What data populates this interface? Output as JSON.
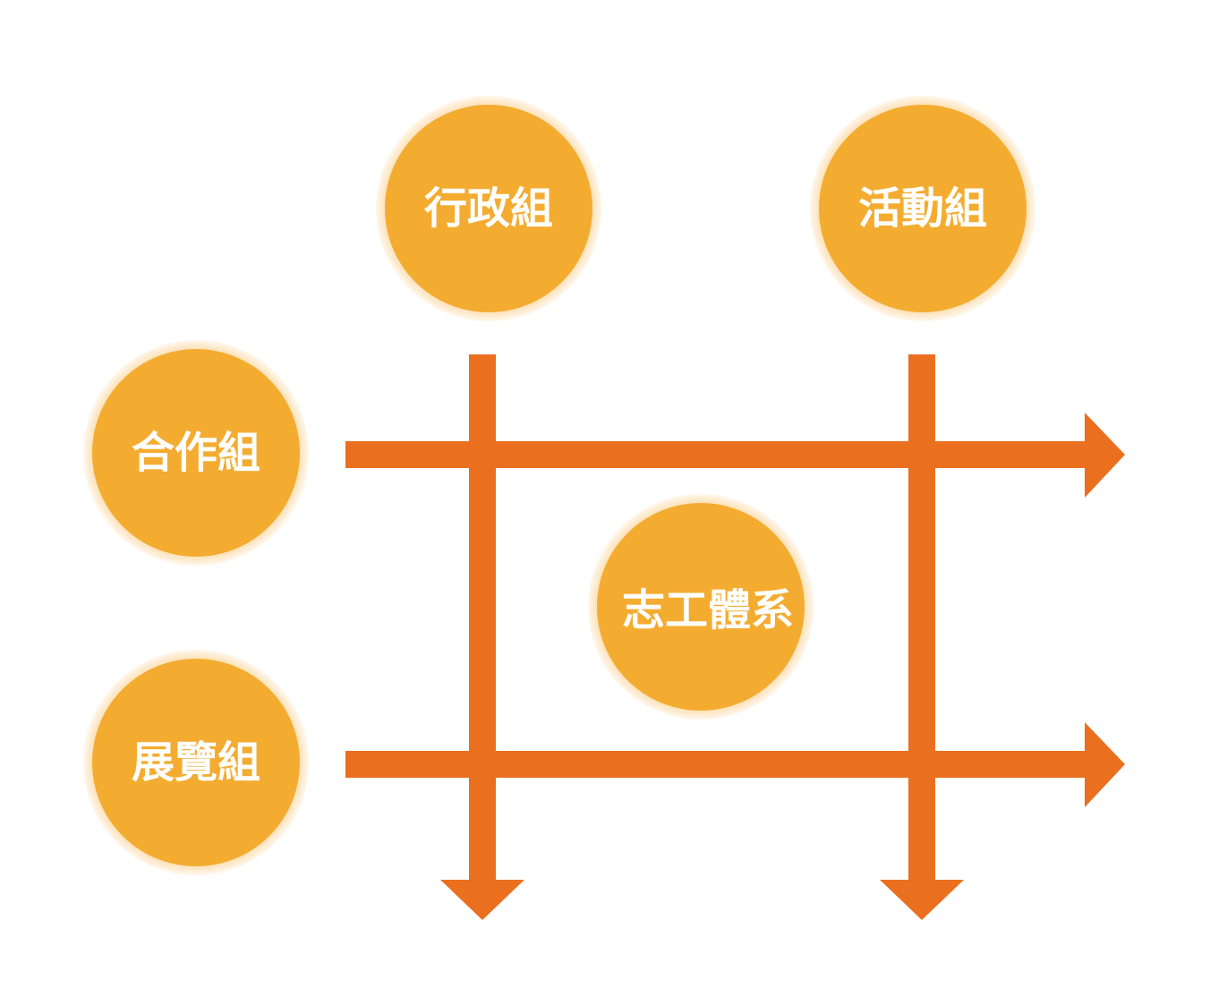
{
  "diagram": {
    "nodes": {
      "admin": "行政組",
      "activity": "活動組",
      "cooperation": "合作組",
      "exhibition": "展覽組",
      "volunteer": "志工體系"
    }
  },
  "colors": {
    "node_fill": "#F4AC30",
    "node_halo": "#FDE3B8",
    "arrow": "#EA6F1F",
    "label": "#FFFFFF"
  }
}
